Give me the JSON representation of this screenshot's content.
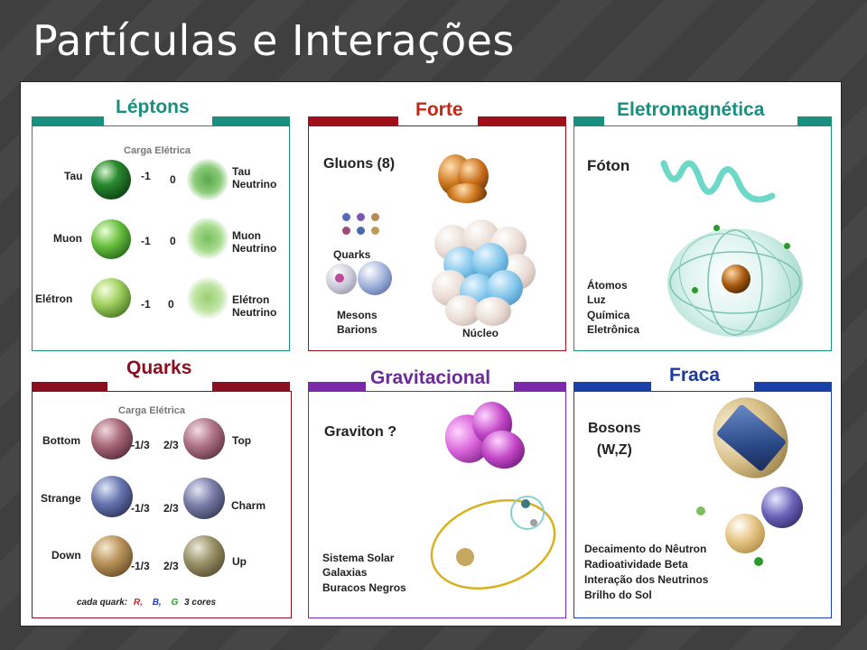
{
  "title": "Partículas e Interações",
  "leptons": {
    "title": "Léptons",
    "charge_header": "Carga Elétrica",
    "rows": [
      {
        "name": "Tau",
        "charge": "-1",
        "neutrino_charge": "0",
        "neutrino": "Tau\nNeutrino"
      },
      {
        "name": "Muon",
        "charge": "-1",
        "neutrino_charge": "0",
        "neutrino": "Muon\nNeutrino"
      },
      {
        "name": "Elétron",
        "charge": "-1",
        "neutrino_charge": "0",
        "neutrino": "Elétron\nNeutrino"
      }
    ]
  },
  "strong": {
    "title": "Forte",
    "gluons": "Gluons (8)",
    "quarks": "Quarks",
    "mesons": "Mesons",
    "barions": "Barions",
    "nucleus": "Núcleo"
  },
  "em": {
    "title": "Eletromagnética",
    "photon": "Fóton",
    "items": [
      "Átomos",
      "Luz",
      "Química",
      "Eletrônica"
    ]
  },
  "quarks": {
    "title": "Quarks",
    "charge_header": "Carga Elétrica",
    "rows": [
      {
        "left": "Bottom",
        "left_charge": "-1/3",
        "right_charge": "2/3",
        "right": "Top"
      },
      {
        "left": "Strange",
        "left_charge": "-1/3",
        "right_charge": "2/3",
        "right": "Charm"
      },
      {
        "left": "Down",
        "left_charge": "-1/3",
        "right_charge": "2/3",
        "right": "Up"
      }
    ],
    "footer_prefix": "cada quark:",
    "r": "R,",
    "b": "B,",
    "g": "G",
    "footer_suffix": "3 cores"
  },
  "grav": {
    "title": "Gravitacional",
    "graviton": "Graviton ?",
    "items": [
      "Sistema Solar",
      "Galaxias",
      "Buracos Negros"
    ]
  },
  "weak": {
    "title": "Fraca",
    "bosons": "Bosons\n(W,Z)",
    "items": [
      "Decaimento do Nêutron",
      "Radioatividade Beta",
      "Interação dos Neutrinos",
      "Brilho do Sol"
    ]
  },
  "colors": {
    "teal": "#1a8f80",
    "red": "#a0101a",
    "maroon": "#8a1020",
    "purple": "#7a2aa8",
    "blue": "#1a40a8"
  }
}
